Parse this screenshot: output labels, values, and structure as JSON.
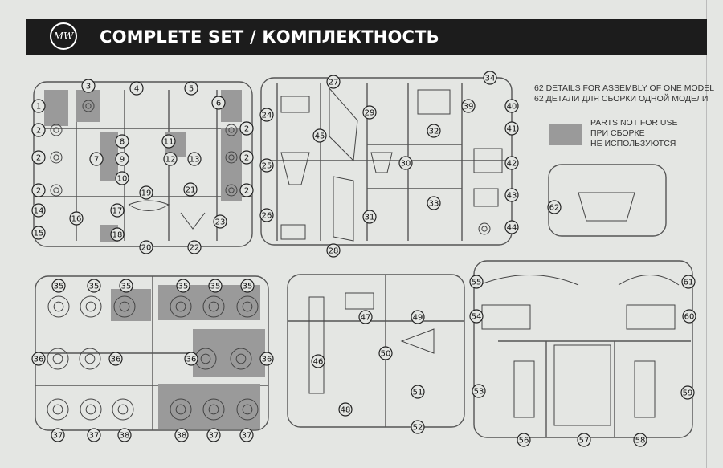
{
  "header": {
    "logo": "MW",
    "title": "COMPLETE SET / КОМПЛЕКТНОСТЬ"
  },
  "info": {
    "line1": "62 DETAILS FOR ASSEMBLY OF ONE MODEL",
    "line2": "62 ДЕТАЛИ ДЛЯ СБОРКИ ОДНОЙ МОДЕЛИ"
  },
  "legend": {
    "line1": "PARTS NOT FOR USE",
    "line2": "ПРИ СБОРКЕ",
    "line3": "НЕ ИСПОЛЬЗУЮТСЯ"
  },
  "colors": {
    "header_bg": "#1c1c1c",
    "sheet_bg": "#e4e6e3",
    "unused_parts": "#9a9a9a"
  },
  "part_numbers": [
    "1",
    "2",
    "2",
    "2",
    "2",
    "3",
    "4",
    "5",
    "6",
    "2",
    "2",
    "2",
    "2",
    "7",
    "8",
    "9",
    "10",
    "11",
    "12",
    "13",
    "14",
    "15",
    "16",
    "17",
    "18",
    "19",
    "20",
    "21",
    "22",
    "23",
    "24",
    "25",
    "26",
    "27",
    "28",
    "29",
    "30",
    "31",
    "32",
    "33",
    "34",
    "39",
    "40",
    "41",
    "42",
    "43",
    "44",
    "45",
    "62",
    "35",
    "35",
    "35",
    "35",
    "35",
    "35",
    "36",
    "36",
    "36",
    "36",
    "37",
    "37",
    "38",
    "38",
    "37",
    "37",
    "46",
    "47",
    "48",
    "49",
    "50",
    "51",
    "52",
    "55",
    "54",
    "53",
    "56",
    "57",
    "58",
    "59",
    "60",
    "61"
  ]
}
